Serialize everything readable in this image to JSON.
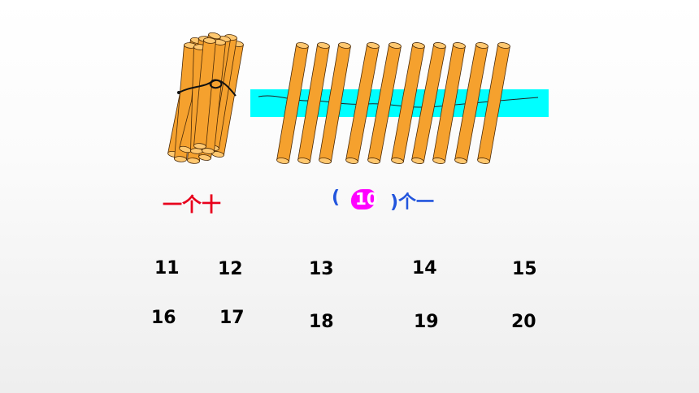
{
  "colors": {
    "stick_fill": "#f5a12e",
    "stick_stroke": "#4a2a08",
    "band": "#00ffff",
    "ten_label": "#e8001c",
    "ones_label": "#2255dd",
    "blob": "#ff00ff"
  },
  "labels": {
    "ten": "一个十",
    "open_paren": "(",
    "hidden_count": "10",
    "close_paren": ")个一"
  },
  "numbers": [
    "11",
    "12",
    "13",
    "14",
    "15",
    "16",
    "17",
    "18",
    "19",
    "20"
  ]
}
